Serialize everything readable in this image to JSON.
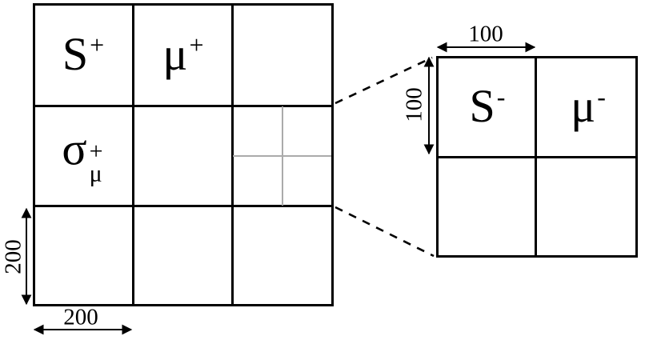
{
  "coarse_grid": {
    "rows": 3,
    "cols": 3,
    "labels": {
      "s_plus": {
        "base": "S",
        "sup": "+"
      },
      "mu_plus": {
        "base": "μ",
        "sup": "+"
      },
      "sigma_mu_plus": {
        "base": "σ",
        "sup": "+",
        "sub": "μ"
      }
    },
    "dim_height": "200",
    "dim_width": "200"
  },
  "fine_grid": {
    "rows": 2,
    "cols": 2,
    "labels": {
      "s_minus": {
        "base": "S",
        "sup": "-"
      },
      "mu_minus": {
        "base": "μ",
        "sup": "-"
      }
    },
    "dim_width": "100",
    "dim_height": "100"
  },
  "colors": {
    "line": "#000000",
    "subgrid_line": "#ababab",
    "background": "#ffffff"
  }
}
